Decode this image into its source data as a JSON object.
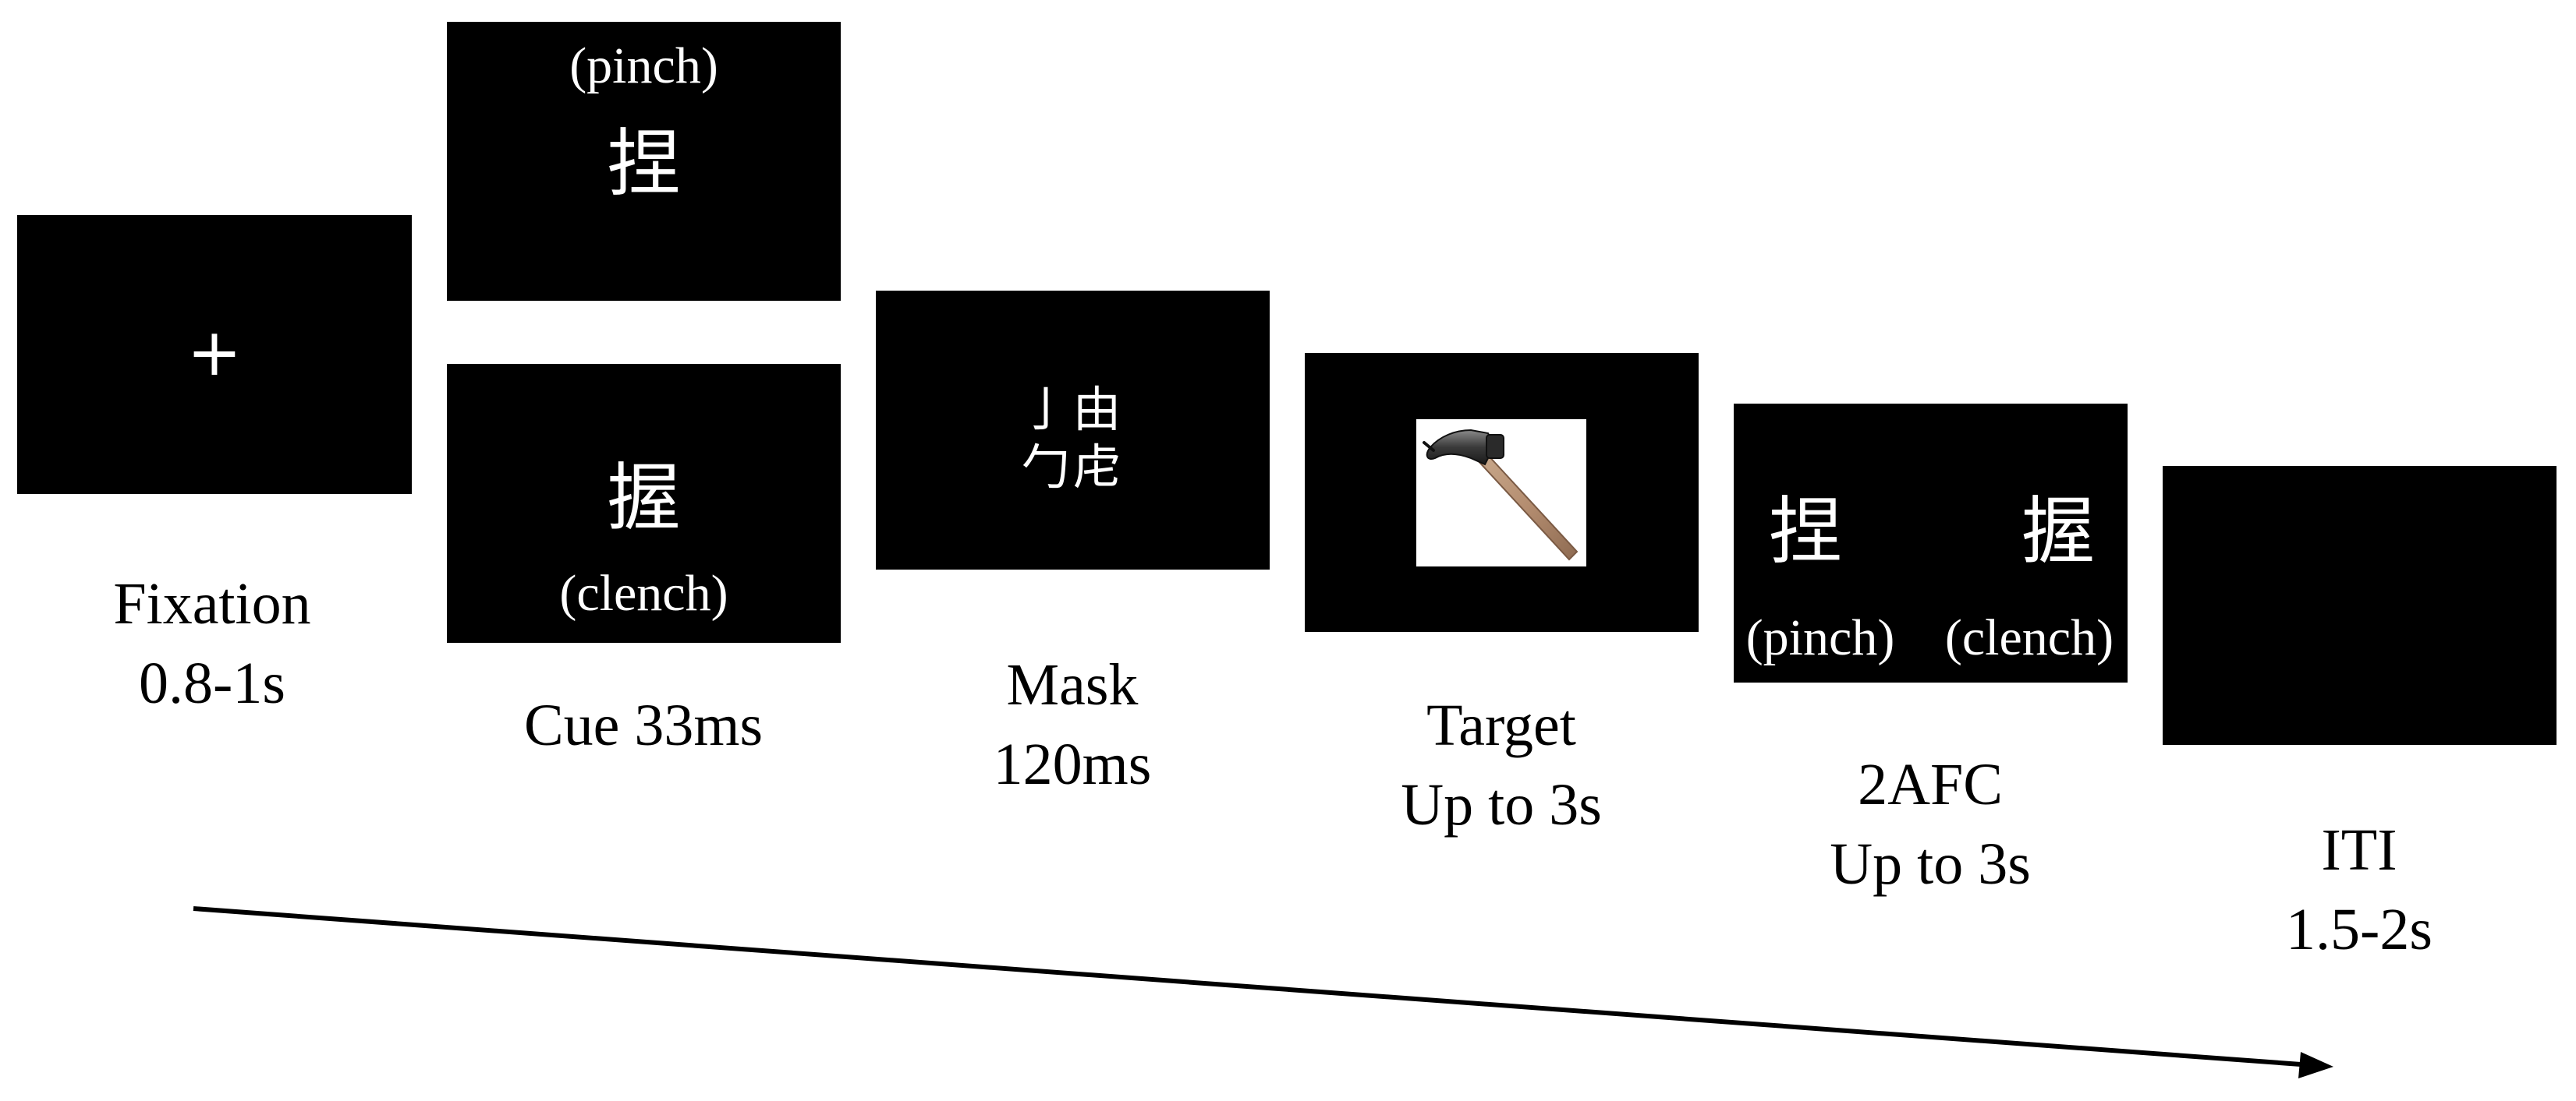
{
  "steps": {
    "fixation": {
      "symbol": "+",
      "label": "Fixation",
      "duration": "0.8-1s"
    },
    "cue": {
      "top_word": "捏",
      "top_gloss": "(pinch)",
      "bottom_word": "握",
      "bottom_gloss": "(clench)",
      "label": "Cue 33ms"
    },
    "mask": {
      "line1": "亅由",
      "line2": "勹虍",
      "label": "Mask",
      "duration": "120ms"
    },
    "target": {
      "image_icon": "hammer-icon",
      "label": "Target",
      "duration": "Up to 3s"
    },
    "afc": {
      "left_word": "捏",
      "left_gloss": "(pinch)",
      "right_word": "握",
      "right_gloss": "(clench)",
      "label": "2AFC",
      "duration": "Up to 3s"
    },
    "iti": {
      "label": "ITI",
      "duration": "1.5-2s"
    }
  },
  "colors": {
    "screen": "#000000",
    "screen_text": "#ffffff",
    "background": "#ffffff",
    "arrow": "#000000"
  }
}
